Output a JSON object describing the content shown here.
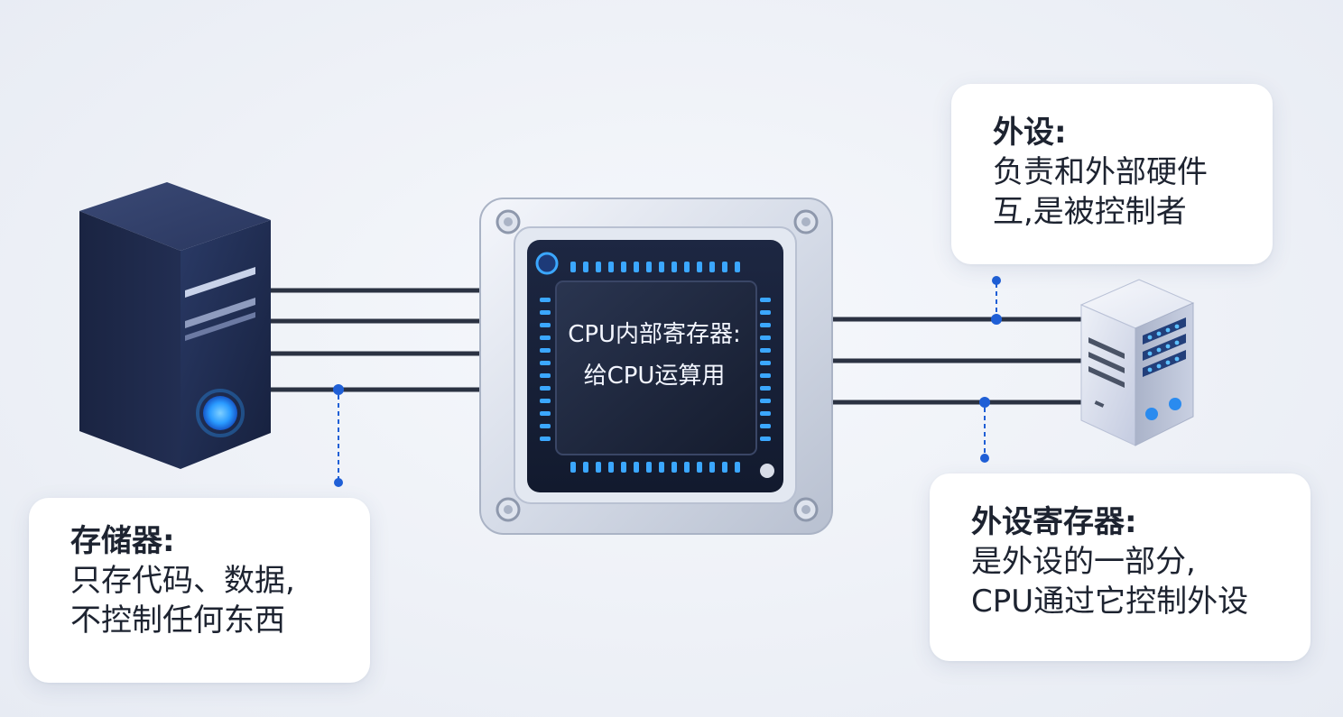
{
  "cpu": {
    "label_line1": "CPU内部寄存器:",
    "label_line2": "给CPU运算用"
  },
  "storage": {
    "title": "存储器:",
    "lines": [
      "只存代码、数据,",
      "不控制任何东西"
    ]
  },
  "peripheral": {
    "title": "外设:",
    "lines": [
      "负责和外部硬件",
      "互,是被控制者"
    ]
  },
  "peripheral_register": {
    "title": "外设寄存器:",
    "lines": [
      "是外设的一部分,",
      "CPU通过它控制外设"
    ]
  },
  "colors": {
    "accent": "#1f5fd6",
    "chip_dark": "#1b2436",
    "led_blue": "#3ba7ff",
    "wire": "#2b3242"
  },
  "icons": {
    "storage": "server-tower-icon",
    "peripheral": "small-server-icon",
    "cpu": "cpu-chip-icon"
  }
}
